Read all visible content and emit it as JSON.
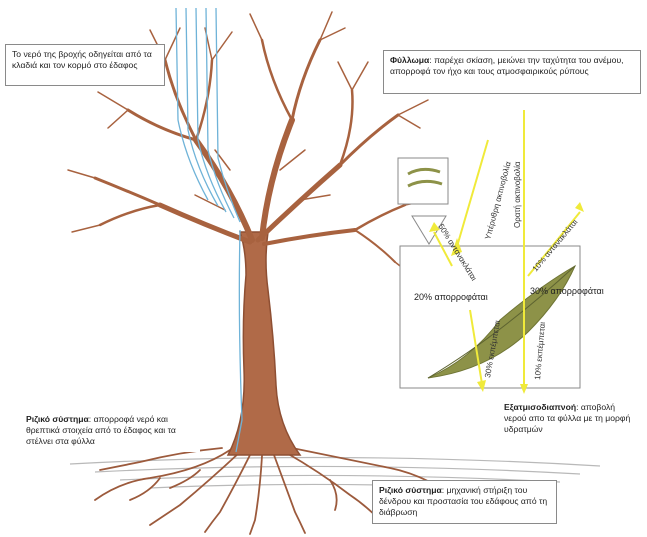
{
  "labels": {
    "rain": "Το νερό της βροχής οδηγείται από τα κλαδιά και τον κορμό στο έδαφος",
    "foliage_title": "Φύλλωμα",
    "foliage_text": ": παρέχει σκίαση, μειώνει την ταχύτητα του ανέμου, απορροφά τον ήχο και τους ατμοσφαιρικούς ρύπους",
    "roots_water_title": "Ριζικό σύστημα",
    "roots_water_text": ": απορροφά νερό και θρεπτικά στοιχεία από το έδαφος και τα στέλνει στα φύλλα",
    "transpiration_title": "Εξατμισοδιαπνοή",
    "transpiration_text": ": αποβολή νερού απο τα φύλλα με τη μορφή υδρατμών",
    "roots_support_title": "Ριζικό σύστημα",
    "roots_support_text": ": μηχανική στήριξη του δένδρου και προστασία του εδάφους από τη διάβρωση"
  },
  "radiation": {
    "infrared": "Υπέρυθρη ακτινοβολία",
    "visible": "Ορατή ακτινοβολία",
    "reflected_left": "50% αντανακλάται",
    "reflected_right": "10% αντανακλάται",
    "absorbed_left": "20% απορροφάται",
    "absorbed_right": "30% απορροφάται",
    "transmitted_left": "30% εκπέμπεται",
    "transmitted_right": "10% εκπέμπεται"
  },
  "colors": {
    "trunk": "#b06a48",
    "trunk_dark": "#8e4f33",
    "rain": "#6fb3d8",
    "radiation": "#f0ea3a",
    "leaf": "#8d9248",
    "soil": "#b9b9b9"
  }
}
